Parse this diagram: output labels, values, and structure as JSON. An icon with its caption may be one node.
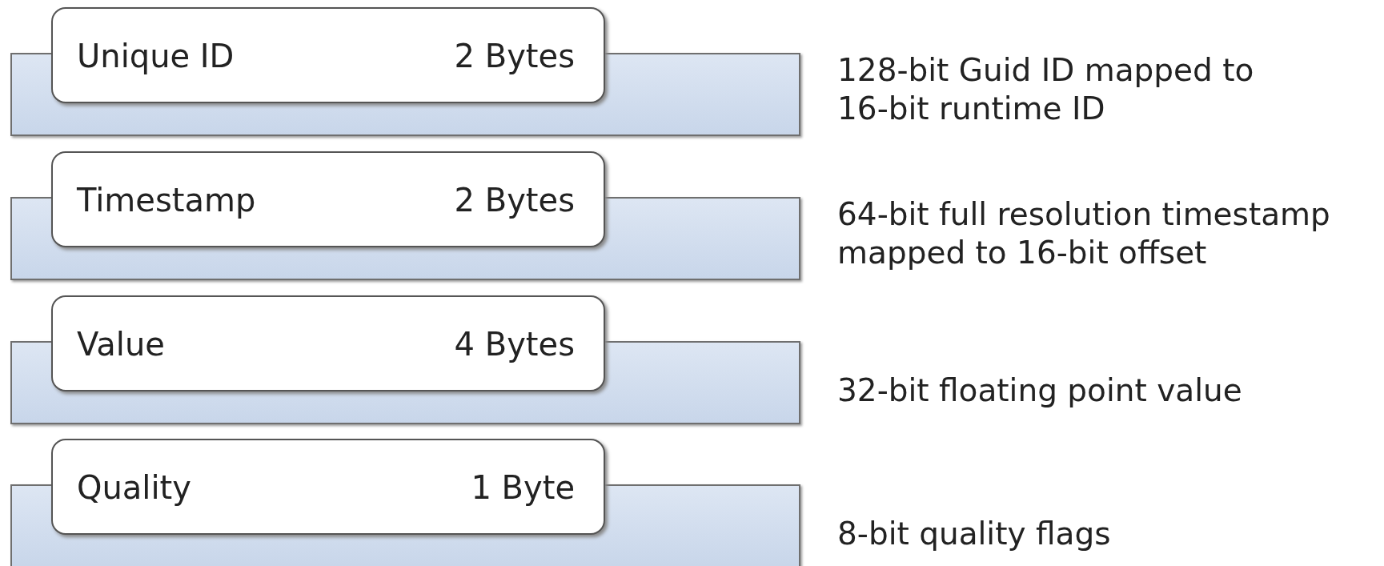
{
  "diagram": {
    "nodes": [
      {
        "text": [
          "Unique ID",
          "2 Bytes"
        ]
      },
      {
        "text": [],
        "shape": "bar"
      },
      {
        "text": [
          "Timestamp",
          "2 Bytes"
        ]
      },
      {
        "text": [],
        "shape": "bar"
      },
      {
        "text": [
          "Value",
          "4 Bytes"
        ]
      },
      {
        "text": [],
        "shape": "bar"
      },
      {
        "text": [
          "Quality",
          "1 Byte"
        ]
      },
      {
        "text": [],
        "shape": "bar"
      }
    ],
    "edges": [],
    "labels": [
      "128-bit Guid ID mapped to 16-bit runtime ID",
      "64-bit full resolution timestamp mapped to 16-bit offset",
      "32-bit floating point value",
      "8-bit quality flags"
    ]
  }
}
